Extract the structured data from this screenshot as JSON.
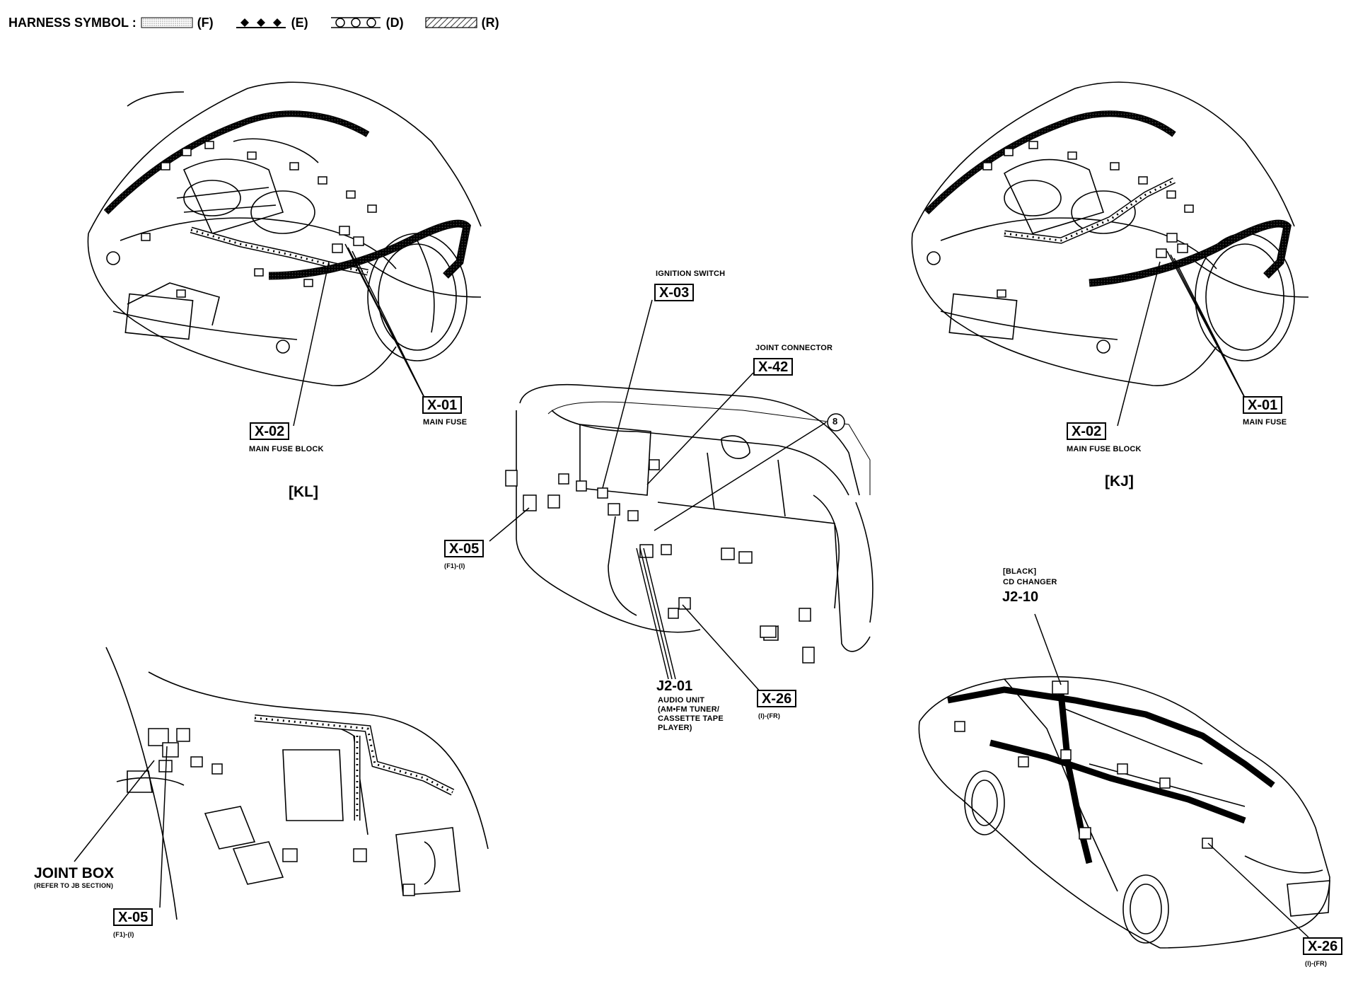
{
  "legend": {
    "title": "HARNESS SYMBOL :",
    "items": [
      {
        "code": "(F)"
      },
      {
        "code": "(E)"
      },
      {
        "code": "(D)"
      },
      {
        "code": "(R)"
      }
    ]
  },
  "views": {
    "kl": {
      "tag": "[KL]",
      "x01": {
        "id": "X-01",
        "desc": "MAIN FUSE"
      },
      "x02": {
        "id": "X-02",
        "desc": "MAIN FUSE BLOCK"
      }
    },
    "kj": {
      "tag": "[KJ]",
      "x01": {
        "id": "X-01",
        "desc": "MAIN FUSE"
      },
      "x02": {
        "id": "X-02",
        "desc": "MAIN FUSE BLOCK"
      }
    },
    "dash": {
      "ignition": {
        "title": "IGNITION SWITCH",
        "id": "X-03"
      },
      "joint": {
        "title": "JOINT CONNECTOR",
        "id": "X-42"
      },
      "marker": "8",
      "x05": {
        "id": "X-05",
        "sub": "(F1)-(I)"
      },
      "x26": {
        "id": "X-26",
        "sub": "(I)-(FR)"
      },
      "j201": {
        "id": "J2-01",
        "desc": "AUDIO UNIT\n(AM•FM TUNER/\nCASSETTE TAPE\nPLAYER)"
      }
    },
    "interior": {
      "joint_box": {
        "title": "JOINT BOX",
        "desc": "(REFER TO JB SECTION)"
      },
      "x05": {
        "id": "X-05",
        "sub": "(F1)-(I)"
      }
    },
    "body": {
      "j210": {
        "color": "[BLACK]",
        "title": "CD CHANGER",
        "id": "J2-10"
      },
      "x26": {
        "id": "X-26",
        "sub": "(I)-(FR)"
      }
    }
  }
}
